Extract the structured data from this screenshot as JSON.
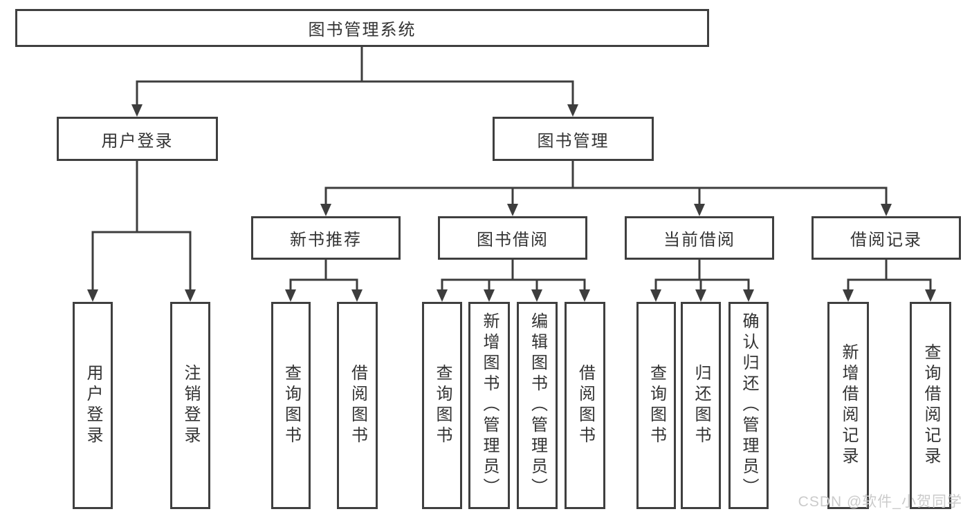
{
  "diagram": {
    "title": "图书管理系统",
    "level2": [
      {
        "label": "用户登录"
      },
      {
        "label": "图书管理"
      }
    ],
    "level3": [
      {
        "label": "新书推荐"
      },
      {
        "label": "图书借阅"
      },
      {
        "label": "当前借阅"
      },
      {
        "label": "借阅记录"
      }
    ],
    "leaves": [
      {
        "label": "用户登录"
      },
      {
        "label": "注销登录"
      },
      {
        "label": "查询图书"
      },
      {
        "label": "借阅图书"
      },
      {
        "label": "查询图书"
      },
      {
        "label": "新增图书（管理员）"
      },
      {
        "label": "编辑图书（管理员）"
      },
      {
        "label": "借阅图书"
      },
      {
        "label": "查询图书"
      },
      {
        "label": "归还图书"
      },
      {
        "label": "确认归还（管理员）"
      },
      {
        "label": "新增借阅记录"
      },
      {
        "label": "查询借阅记录"
      }
    ],
    "watermark": "CSDN @软件_小贺同学",
    "colors": {
      "box_border": "#3f3f3f",
      "connector_line": "#3d3d3d",
      "text": "#333333",
      "watermark": "#cbcbcb",
      "background": "#ffffff"
    }
  }
}
